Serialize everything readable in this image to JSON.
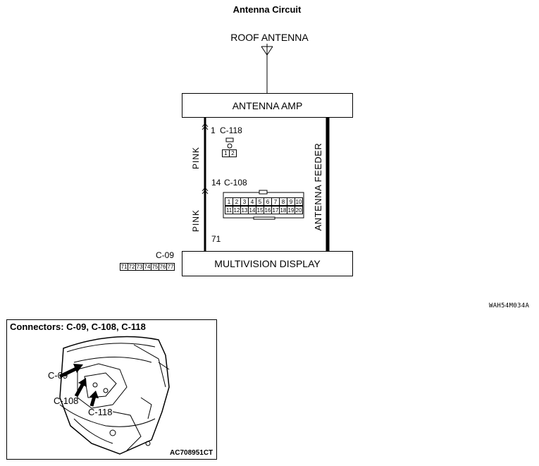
{
  "title": "Antenna Circuit",
  "roof_antenna": "ROOF ANTENNA",
  "antenna_amp": "ANTENNA AMP",
  "multivision_display": "MULTIVISION DISPLAY",
  "antenna_feeder": "ANTENNA FEEDER",
  "wire_color_upper": "PINK",
  "wire_color_lower": "PINK",
  "pin_c118": "1",
  "conn_c118": "C-118",
  "pin_c108": "14",
  "conn_c108": "C-108",
  "pin_c09": "71",
  "conn_c09": "C-09",
  "c118_cells": [
    "1",
    "2"
  ],
  "c108_top_cells": [
    "1",
    "2",
    "3",
    "4",
    "5",
    "6",
    "7",
    "8",
    "9",
    "10"
  ],
  "c108_bottom_cells": [
    "11",
    "12",
    "13",
    "14",
    "15",
    "16",
    "17",
    "18",
    "19",
    "20"
  ],
  "c09_cells": [
    "71",
    "72",
    "73",
    "74",
    "75",
    "76",
    "77"
  ],
  "diagram_code": "WAH54M034A",
  "connector_panel": {
    "title": "Connectors: C-09, C-108, C-118",
    "callouts": [
      "C-09",
      "C-108",
      "C-118"
    ],
    "photo_code": "AC708951CT"
  }
}
